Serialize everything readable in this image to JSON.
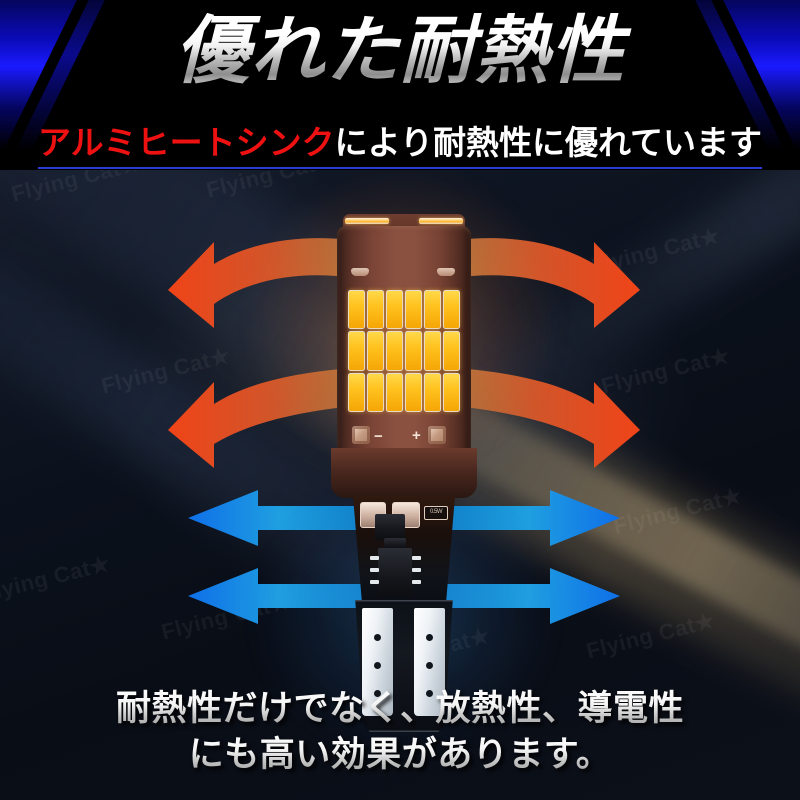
{
  "header": {
    "title": "優れた耐熱性",
    "subtitle_highlight": "アルミヒートシンク",
    "subtitle_rest": "により耐熱性に優れています"
  },
  "footer": {
    "line1": "耐熱性だけでなく、放熱性、導電性",
    "line2": "にも高い効果があります。"
  },
  "watermark": {
    "text": "Flying Cat★"
  },
  "product": {
    "name": "T15 LED bulb with aluminum heatsink",
    "polarity_negative": "−",
    "polarity_positive": "+",
    "resistor_label": "0.5W",
    "led_rows": 3,
    "led_columns": 6
  },
  "colors": {
    "accent_blue": "#1a1aff",
    "rule_blue": "#2b3bd6",
    "highlight_red": "#ee1111",
    "heat_arrow": "#e8441d",
    "cool_arrow": "#1f8fe8",
    "led_amber": "#ffc21e",
    "background": "#0b111c"
  },
  "arrows": {
    "heat": [
      {
        "id": "heat-left-upper",
        "direction": "left",
        "color": "#e8441d"
      },
      {
        "id": "heat-right-upper",
        "direction": "right",
        "color": "#e8441d"
      },
      {
        "id": "heat-left-lower",
        "direction": "left",
        "color": "#e8441d"
      },
      {
        "id": "heat-right-lower",
        "direction": "right",
        "color": "#e8441d"
      }
    ],
    "cool": [
      {
        "id": "cool-left-upper",
        "direction": "left",
        "color": "#1f8fe8"
      },
      {
        "id": "cool-right-upper",
        "direction": "right",
        "color": "#1f8fe8"
      },
      {
        "id": "cool-left-lower",
        "direction": "left",
        "color": "#1f8fe8"
      },
      {
        "id": "cool-right-lower",
        "direction": "right",
        "color": "#1f8fe8"
      }
    ]
  }
}
